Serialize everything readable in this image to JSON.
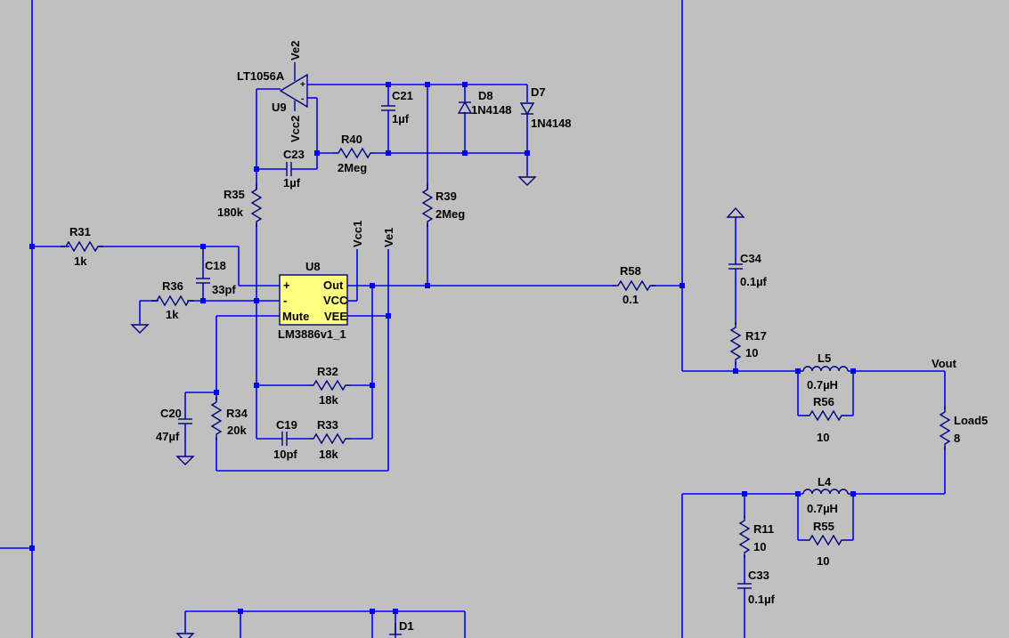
{
  "colors": {
    "background": "#c0c0c0",
    "wire": "#0000ff",
    "symbol": "#000080",
    "ic_fill": "#ffff80"
  },
  "opamp": {
    "model": "LT1056A",
    "ref": "U9",
    "pos_supply": "Ve2",
    "neg_supply": "Vcc2",
    "plus": "+",
    "minus": "-"
  },
  "amp": {
    "ref": "U8",
    "model": "LM3886v1_1",
    "pin_plus": "+",
    "pin_minus": "-",
    "pin_mute": "Mute",
    "pin_out": "Out",
    "pin_vcc": "VCC",
    "pin_vee": "VEE",
    "vcc_net": "Vcc1",
    "vee_net": "Ve1"
  },
  "components": {
    "c21": {
      "ref": "C21",
      "value": "1µf"
    },
    "d8": {
      "ref": "D8",
      "value": "1N4148"
    },
    "d7": {
      "ref": "D7",
      "value": "1N4148"
    },
    "r40": {
      "ref": "R40",
      "value": "2Meg"
    },
    "c23": {
      "ref": "C23",
      "value": "1µf"
    },
    "r35": {
      "ref": "R35",
      "value": "180k"
    },
    "r39": {
      "ref": "R39",
      "value": "2Meg"
    },
    "r31": {
      "ref": "R31",
      "value": "1k"
    },
    "c18": {
      "ref": "C18",
      "value": "33pf"
    },
    "r36": {
      "ref": "R36",
      "value": "1k"
    },
    "r32": {
      "ref": "R32",
      "value": "18k"
    },
    "c19": {
      "ref": "C19",
      "value": "10pf"
    },
    "r33": {
      "ref": "R33",
      "value": "18k"
    },
    "c20": {
      "ref": "C20",
      "value": "47µf"
    },
    "r34": {
      "ref": "R34",
      "value": "20k"
    },
    "r58": {
      "ref": "R58",
      "value": "0.1"
    },
    "c34": {
      "ref": "C34",
      "value": "0.1µf"
    },
    "r17": {
      "ref": "R17",
      "value": "10"
    },
    "l5": {
      "ref": "L5",
      "value": "0.7µH"
    },
    "r56": {
      "ref": "R56",
      "value": "10"
    },
    "load5": {
      "ref": "Load5",
      "value": "8"
    },
    "l4": {
      "ref": "L4",
      "value": "0.7µH"
    },
    "r55": {
      "ref": "R55",
      "value": "10"
    },
    "r11": {
      "ref": "R11",
      "value": "10"
    },
    "c33": {
      "ref": "C33",
      "value": "0.1µf"
    },
    "d1": {
      "ref": "D1"
    }
  },
  "nets": {
    "vout": "Vout"
  }
}
